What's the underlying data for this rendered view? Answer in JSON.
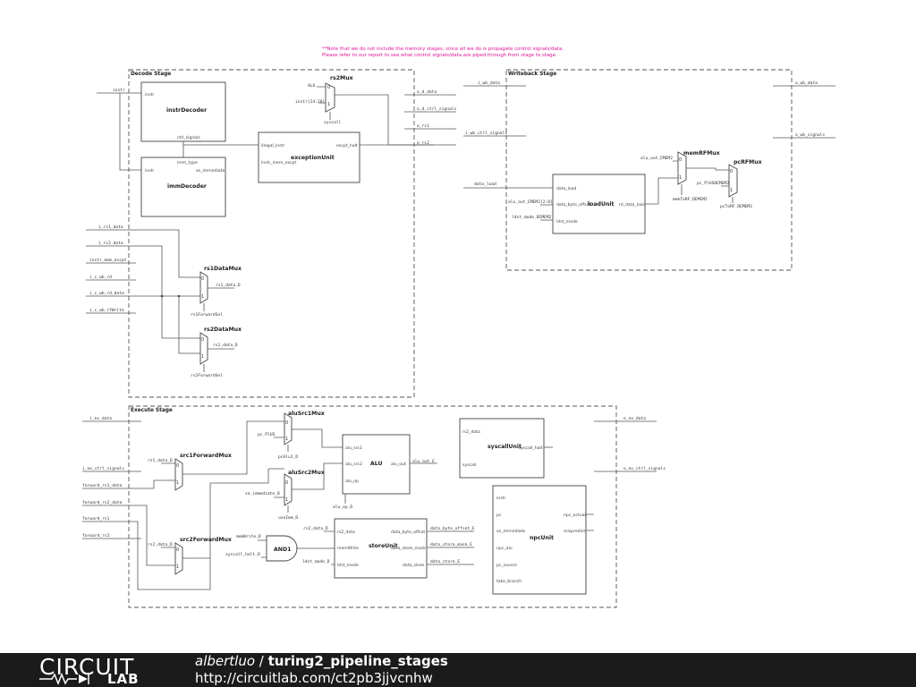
{
  "note": {
    "line1": "**Note that we do not include the memory stages, since all we do is propagate control signals/data.",
    "line2": "Please refer to our report to see what control signals/data are piped through from stage to stage."
  },
  "stages": {
    "decode": "Decode Stage",
    "writeback": "Writeback Stage",
    "execute": "Execute Stage"
  },
  "blocks": {
    "instrDecoder": "instrDecoder",
    "immDecoder": "immDecoder",
    "exceptionUnit": "exceptionUnit",
    "loadUnit": "loadUnit",
    "alu": "ALU",
    "storeUnit": "storeUnit",
    "syscallUnit": "syscallUnit",
    "npcUnit": "npcUnit",
    "and1": "AND1"
  },
  "muxes": {
    "rs2Mux": "rs2Mux",
    "rs1DataMux": "rs1DataMux",
    "rs2DataMux": "rs2DataMux",
    "memRFMux": "memRFMux",
    "pcRFMux": "pcRFMux",
    "aluSrc1Mux": "aluSrc1Mux",
    "aluSrc2Mux": "aluSrc2Mux",
    "src1ForwardMux": "src1ForwardMux",
    "src2ForwardMux": "src2ForwardMux",
    "zero": "0",
    "one": "1"
  },
  "ports": {
    "instrDecoder_instr": "instr",
    "instrDecoder_ctrl": "ctrl_signals",
    "immDecoder_instr": "instr",
    "immDecoder_immtype": "imm_type",
    "immDecoder_seimm": "se_immediate",
    "exc_illegal": "illegal_instr",
    "exc_mem": "instr_mem_excpt",
    "exc_halt": "excpt_halt",
    "load_data_load": "data_load",
    "load_byte_offset": "data_byte_offset",
    "load_ldst_mode": "ldst_mode",
    "load_rd_data": "rd_data_load",
    "alu_src1": "alu_src1",
    "alu_src2": "alu_src2",
    "alu_op": "alu_op",
    "alu_out": "alu_out",
    "store_rs2": "rs2_data",
    "store_memwrite": "memWrite",
    "store_ldst": "ldst_mode",
    "store_byte_offset": "data_byte_offset",
    "store_mask": "data_store_mask",
    "store_data": "data_store",
    "sys_rs2": "rs2_data",
    "sys_syscall": "syscall",
    "sys_halt": "syscall_halt",
    "npc_instr": "instr",
    "npc_pc": "pc",
    "npc_seimm": "se_immediate",
    "npc_alu": "npc_alu",
    "npc_source": "pc_source",
    "npc_branch": "take_branch",
    "npc_actual": "npc_actual",
    "npc_mispredict": "mispredict"
  },
  "signals": {
    "instr": "instr",
    "alu": "ALU",
    "instr_24_20": "instr[24:20]",
    "syscall": "syscall",
    "o_d_data": "o_d_data",
    "o_d_ctrl_signals": "o_d_ctrl_signals",
    "o_rs1": "o_rs1",
    "o_rs2": "o_rs2",
    "i_rs1_data": "i_rs1_data",
    "i_rs2_data": "i_rs2_data",
    "instr_mem_excpt": "instr_mem_excpt",
    "i_c_wb_rd": "i_c_wb_rd",
    "i_c_wb_rd_data": "i_c_wb_rd_data",
    "i_c_wb_rfWrite": "i_c_wb_rfWrite",
    "rs1_data_D": "rs1_data_D",
    "rs2_data_D": "rs2_data_D",
    "rs1ForwardSel": "rs1ForwardSel",
    "rs2ForwardSel": "rs2ForwardSel",
    "i_wb_data": "i_wb_data",
    "i_wb_ctrl_signals": "i_wb_ctrl_signals",
    "data_load": "data_load",
    "alu_out_EMEM2_2_0": "alu_out_EMEM2[2:0]",
    "ldst_mode_DEMEM2": "ldst_mode_DEMEM2",
    "alu_out_EMEM2": "alu_out_EMEM2",
    "memToRF_DEMEM2": "memToRF_DEMEM2",
    "pc_PlUSDEMEM2": "pc_PlUSDEMEM2",
    "pcToRF_DEMEM2": "pcToRF_DEMEM2",
    "o_wb_data": "o_wb_data",
    "o_wb_signals": "o_wb_signals",
    "i_ex_data": "i_ex_data",
    "i_ex_ctrl_signals": "i_ex_ctrl_signals",
    "forward_rs1_data": "forward_rs1_data",
    "forward_rs2_data": "forward_rs2_data",
    "forward_rs1": "forward_rs1",
    "forward_rs2": "forward_rs2",
    "rs1_data_D_ex": "rs1_data_D",
    "rs2_data_D_ex": "rs2_data_D",
    "pc_PlUS": "pc_PlUS",
    "pcAlu1_D": "pcAlu1_D",
    "se_immediate_D": "se_immediate_D",
    "useImm_D": "useImm_D",
    "alu_op_D": "alu_op_D",
    "alu_out_E": "alu_out_E",
    "memWrite_D": "memWrite_D",
    "syscall_halt_D": "syscall_halt_D",
    "rs2_data_D_st": "rs2_data_D",
    "ldst_mode_D": "ldst_mode_D",
    "data_byte_offset_E": "data_byte_offset_E",
    "data_store_mask_E": "data_store_mask_E",
    "data_store_E": "data_store_E",
    "o_ex_data": "o_ex_data",
    "o_ex_ctrl_signals": "o_ex_ctrl_signals"
  },
  "footer": {
    "logo_top": "CIRCUIT",
    "logo_bottom": "LAB",
    "author": "albertluo",
    "separator": " / ",
    "project": "turing2_pipeline_stages",
    "url": "http://circuitlab.com/ct2pb3jjvcnhw"
  }
}
